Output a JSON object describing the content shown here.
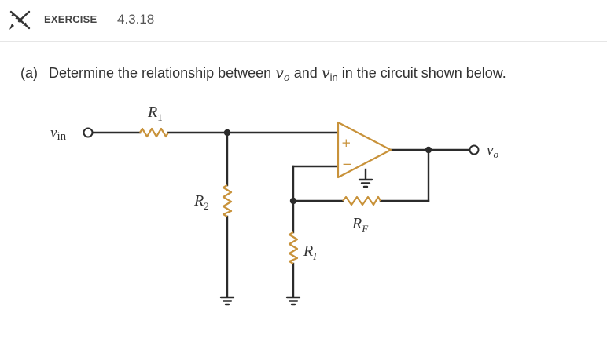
{
  "header": {
    "icon": "pencil-ruler-icon",
    "label": "EXERCISE",
    "number": "4.3.18"
  },
  "question": {
    "part": "(a)",
    "text_before": "Determine the relationship between",
    "var_out": "v",
    "var_out_sub": "o",
    "text_mid": "and",
    "var_in": "v",
    "var_in_sub": "in",
    "text_after": "in the circuit shown below."
  },
  "circuit": {
    "input_label": "v",
    "input_sub": "in",
    "output_label": "v",
    "output_sub": "o",
    "r1_label": "R",
    "r1_sub": "1",
    "r2_label": "R",
    "r2_sub": "2",
    "rf_label": "R",
    "rf_sub": "F",
    "ri_label": "R",
    "ri_sub": "I",
    "opamp_plus": "+",
    "opamp_minus": "−",
    "colors": {
      "wire": "#2b2b2b",
      "component": "#c8923a"
    }
  }
}
